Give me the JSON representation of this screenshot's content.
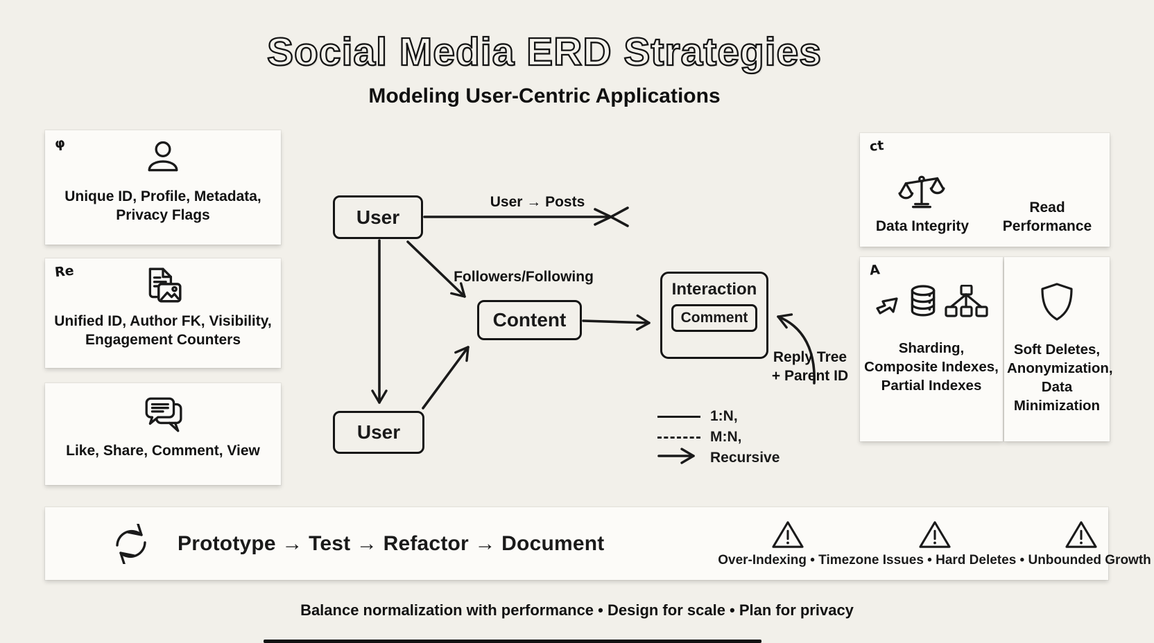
{
  "header": {
    "title": "Social Media ERD Strategies",
    "subtitle": "Modeling User-Centric Applications"
  },
  "entity_cards": [
    {
      "mark": "φ",
      "icon": "person-icon",
      "caption": "Unique ID, Profile, Metadata, Privacy Flags"
    },
    {
      "mark": "Re",
      "icon": "post-icon",
      "caption": "Unified ID, Author FK, Visibility, Engagement Counters"
    },
    {
      "mark": "",
      "icon": "chat-bubbles-icon",
      "caption": "Like, Share, Comment, View"
    }
  ],
  "diagram": {
    "nodes": {
      "user_top": "User",
      "user_bottom": "User",
      "content": "Content",
      "interaction": "Interaction",
      "comment": "Comment"
    },
    "labels": {
      "user_posts": "User → Posts",
      "followers": "Followers/Following",
      "reply_line1": "Reply Tree",
      "reply_line2": "+ Parent ID"
    },
    "legend": [
      {
        "line": "solid",
        "label": "1:N,"
      },
      {
        "line": "dashed",
        "label": "M:N,"
      },
      {
        "line": "arrow",
        "label": "Recursive"
      }
    ]
  },
  "strategy_cards": {
    "tradeoff": {
      "mark": "ct",
      "icon": "scales-icon",
      "left_label": "Data Integrity",
      "right_label": "Read Performance"
    },
    "scaling": {
      "mark": "A",
      "icons": [
        "doodle-arrow-icon",
        "database-icon",
        "hierarchy-icon"
      ],
      "caption": "Sharding, Composite Indexes, Partial Indexes"
    },
    "privacy": {
      "icon": "shield-icon",
      "caption": "Soft Deletes, Anonymization, Data Minimization"
    }
  },
  "process_bar": {
    "icon": "cycle-icon",
    "steps": "Prototype → Test → Refactor → Document",
    "warning_icon": "warning-triangle-icon",
    "warnings": "Over-Indexing • Timezone Issues • Hard Deletes • Unbounded Growth"
  },
  "footer": "Balance normalization with performance • Design for scale • Plan for privacy",
  "colors": {
    "background": "#f2f0ea",
    "card": "#fcfbf8",
    "ink": "#1a1a1a"
  }
}
